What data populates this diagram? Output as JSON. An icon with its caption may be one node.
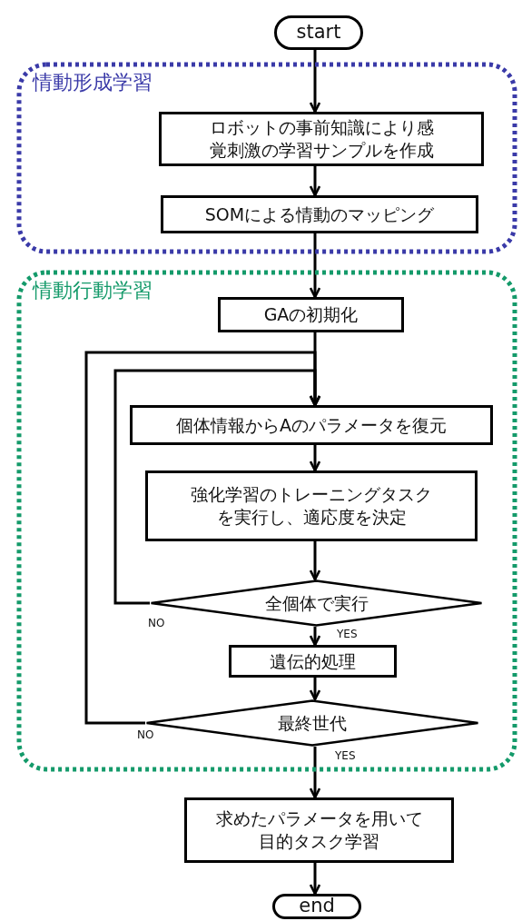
{
  "diagram": {
    "nodes": [
      {
        "text": [
          "start"
        ]
      },
      {
        "text": [
          "情動形成学習"
        ]
      },
      {
        "text": [
          "ロボットの事前知識により感覚刺激の学習サンプルを作成"
        ],
        "in": 1
      },
      {
        "text": [
          "SOMによる情動のマッピング"
        ],
        "in": 1
      },
      {
        "text": [
          "情動行動学習"
        ]
      },
      {
        "text": [
          "GAの初期化"
        ],
        "in": 4
      },
      {
        "text": [
          "個体情報からAのパラメータを復元"
        ],
        "in": 4
      },
      {
        "text": [
          "強化学習のトレーニングタスクを実行し、適応度を決定"
        ],
        "in": 4
      },
      {
        "text": [
          "全個体で実行"
        ],
        "in": 4
      },
      {
        "text": [
          "遺伝的処理"
        ],
        "in": 4
      },
      {
        "text": [
          "最終世代"
        ],
        "in": 4
      },
      {
        "text": [
          "求めたパラメータを用いて目的タスク学習"
        ]
      },
      {
        "text": [
          "end"
        ]
      }
    ],
    "edges": [
      {
        "from": 0,
        "to": 2,
        "arrow": "to"
      },
      {
        "from": 2,
        "to": 3,
        "arrow": "to"
      },
      {
        "from": 3,
        "to": 5,
        "arrow": "to"
      },
      {
        "from": 5,
        "to": 6,
        "arrow": "to"
      },
      {
        "from": 6,
        "to": 7,
        "arrow": "to"
      },
      {
        "from": 7,
        "to": 8,
        "arrow": "to"
      },
      {
        "from": 8,
        "to": 6,
        "arrow": "to",
        "label": "NO"
      },
      {
        "from": 8,
        "to": 9,
        "arrow": "to",
        "label": "YES"
      },
      {
        "from": 9,
        "to": 10,
        "arrow": "to"
      },
      {
        "from": 10,
        "to": 6,
        "arrow": "to",
        "label": "NO"
      },
      {
        "from": 10,
        "to": 11,
        "arrow": "to",
        "label": "YES"
      },
      {
        "from": 11,
        "to": 12,
        "arrow": "to"
      }
    ]
  }
}
